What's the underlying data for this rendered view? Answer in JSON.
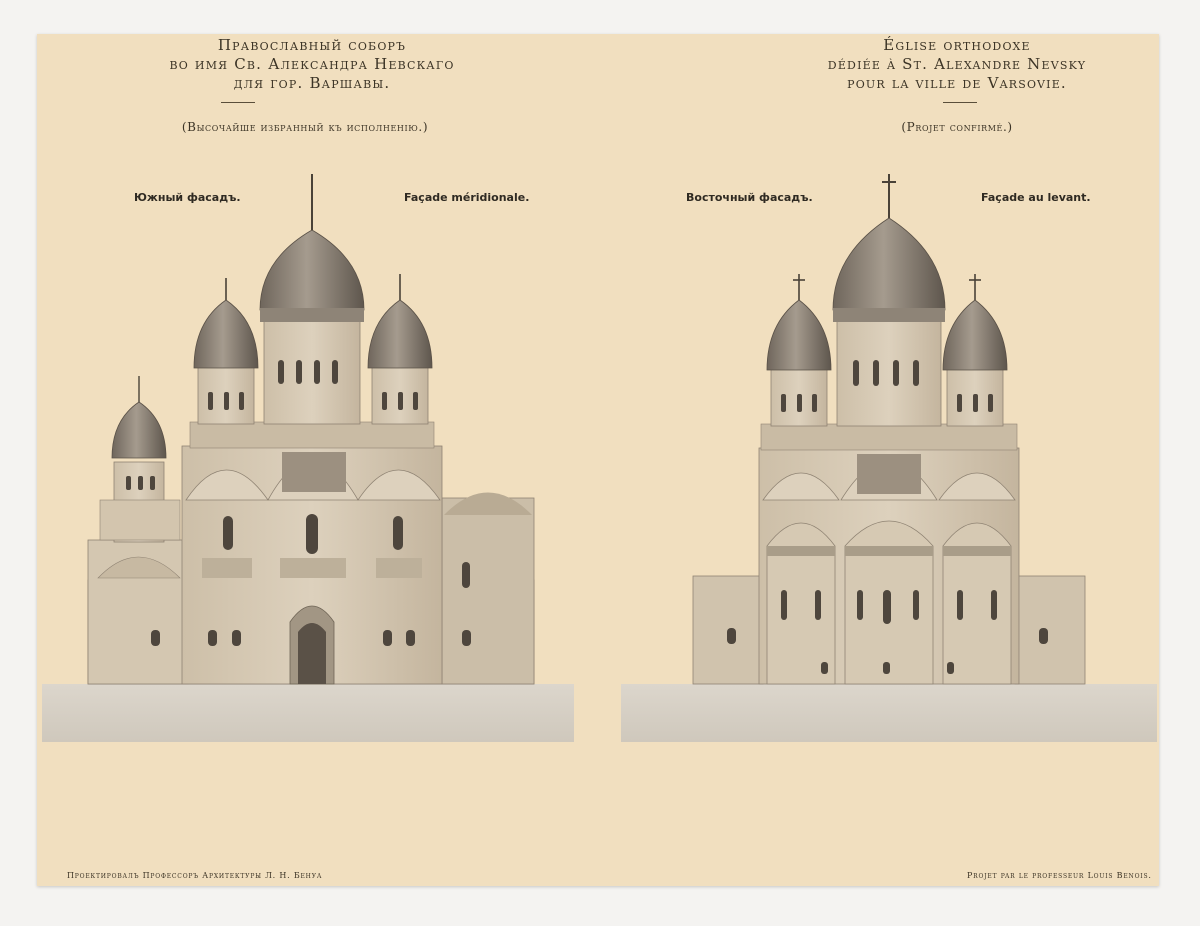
{
  "left_title": {
    "line1": "Православный соборъ",
    "line2": "во имя Св. Александра Невскаго",
    "line3": "для гор. Варшавы.",
    "subtitle": "(Высочайше избранный къ исполненію.)"
  },
  "right_title": {
    "line1": "Église orthodoxe",
    "line2": "dédiée à St. Alexandre Nevsky",
    "line3": "pour la ville de Varsovie.",
    "subtitle": "(Projet confirmé.)"
  },
  "left_plate": {
    "label_ru": "Южный фасадъ.",
    "label_fr": "Façade méridionale."
  },
  "right_plate": {
    "label_ru": "Восточный фасадъ.",
    "label_fr": "Façade au levant."
  },
  "footer": {
    "left": "Проектировалъ Профессоръ Архитектуры Л. Н. Бенуа",
    "right": "Projet par le professeur Louis Benois."
  },
  "colors": {
    "paper": "#f1dfbf",
    "ink": "#3c3426",
    "building": "#d8cbb6",
    "dome": "#8f857a"
  }
}
